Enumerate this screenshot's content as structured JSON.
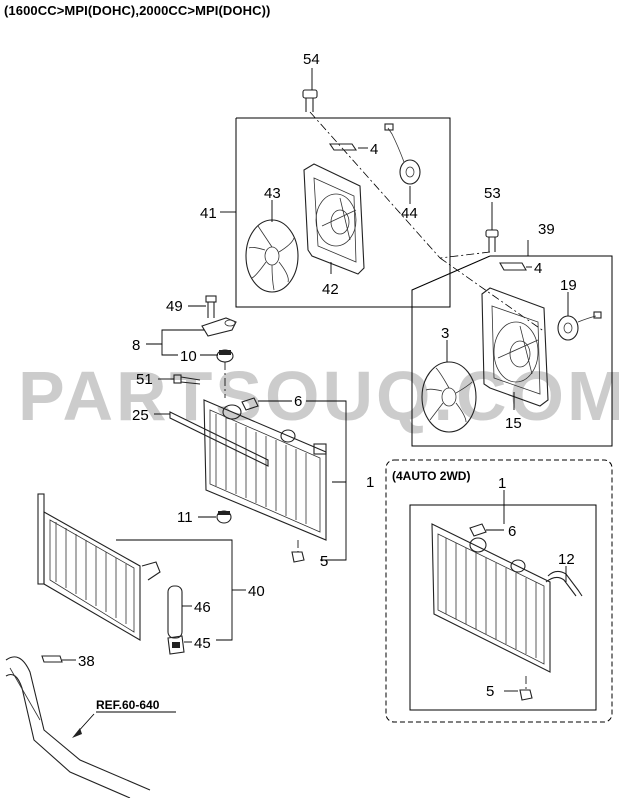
{
  "title": "(1600CC>MPI(DOHC),2000CC>MPI(DOHC))",
  "watermark": "PARTSOUQ.COM",
  "callouts": {
    "n54": "54",
    "n4a": "4",
    "n41": "41",
    "n43": "43",
    "n44": "44",
    "n42": "42",
    "n53": "53",
    "n39": "39",
    "n4b": "4",
    "n19": "19",
    "n3": "3",
    "n15": "15",
    "n49": "49",
    "n8": "8",
    "n10": "10",
    "n51": "51",
    "n6": "6",
    "n25": "25",
    "n1": "1",
    "n11": "11",
    "n5": "5",
    "n40": "40",
    "n46": "46",
    "n45": "45",
    "n38": "38",
    "n1b": "1",
    "n6b": "6",
    "n12": "12",
    "n5b": "5"
  },
  "variant_label": "(4AUTO 2WD)",
  "reference_label": "REF.60-640"
}
